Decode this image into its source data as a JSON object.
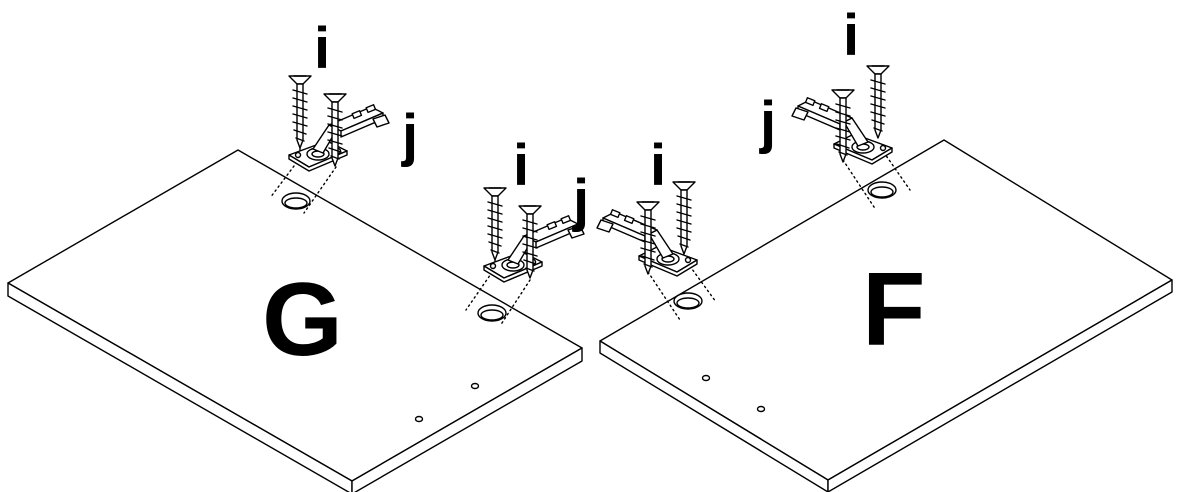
{
  "panels": [
    {
      "id": "G",
      "label": "G"
    },
    {
      "id": "F",
      "label": "F"
    }
  ],
  "parts": {
    "screw": "i",
    "hinge": "j"
  }
}
